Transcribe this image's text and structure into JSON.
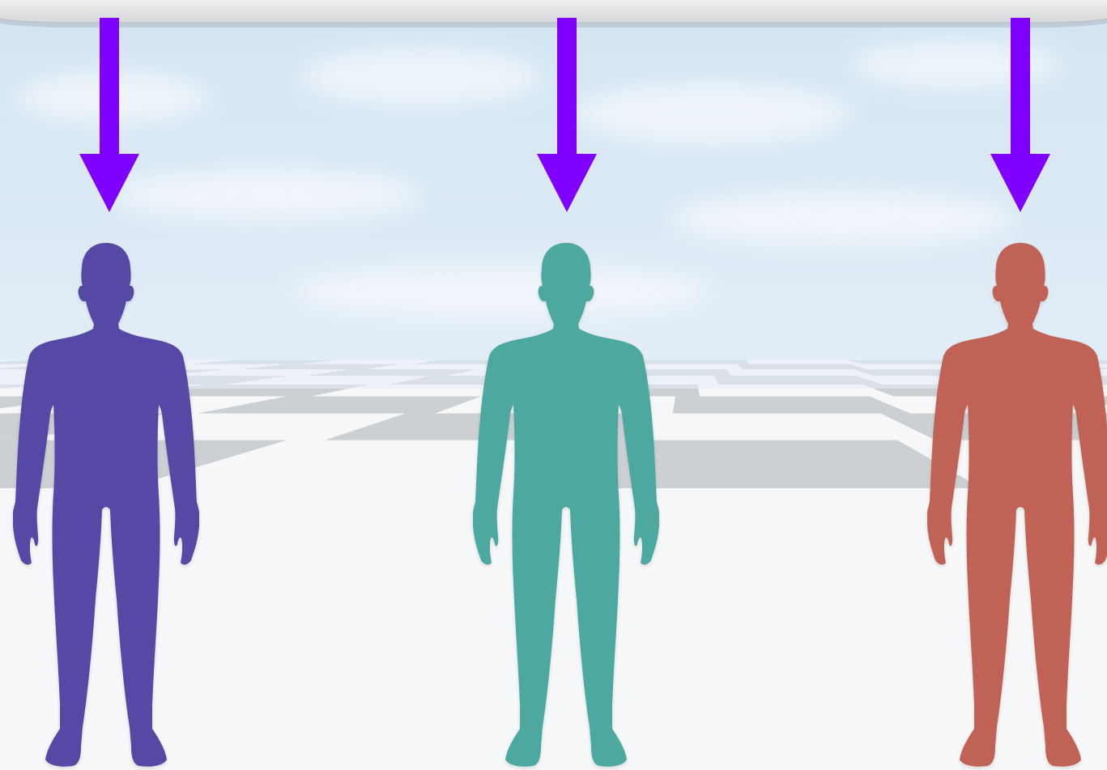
{
  "scene": {
    "colors": {
      "sky_top": "#d3e4f2",
      "sky_bottom": "#e3eef7",
      "cloud": "#ffffff",
      "floor_light": "#f6f7f8",
      "floor_dark": "#c6c9cc",
      "banner_fill": "#e6e6e8",
      "banner_edge": "#b9bbbf",
      "arrow": "#7f00ff"
    },
    "arrows": [
      {
        "name": "left",
        "icon": "arrow-down-icon"
      },
      {
        "name": "center",
        "icon": "arrow-down-icon"
      },
      {
        "name": "right",
        "icon": "arrow-down-icon"
      }
    ],
    "figures": [
      {
        "name": "left",
        "color": "#564aa6",
        "icon": "person-silhouette-icon"
      },
      {
        "name": "center",
        "color": "#4ea8a0",
        "icon": "person-silhouette-icon"
      },
      {
        "name": "right",
        "color": "#c06457",
        "icon": "person-silhouette-icon"
      }
    ]
  }
}
